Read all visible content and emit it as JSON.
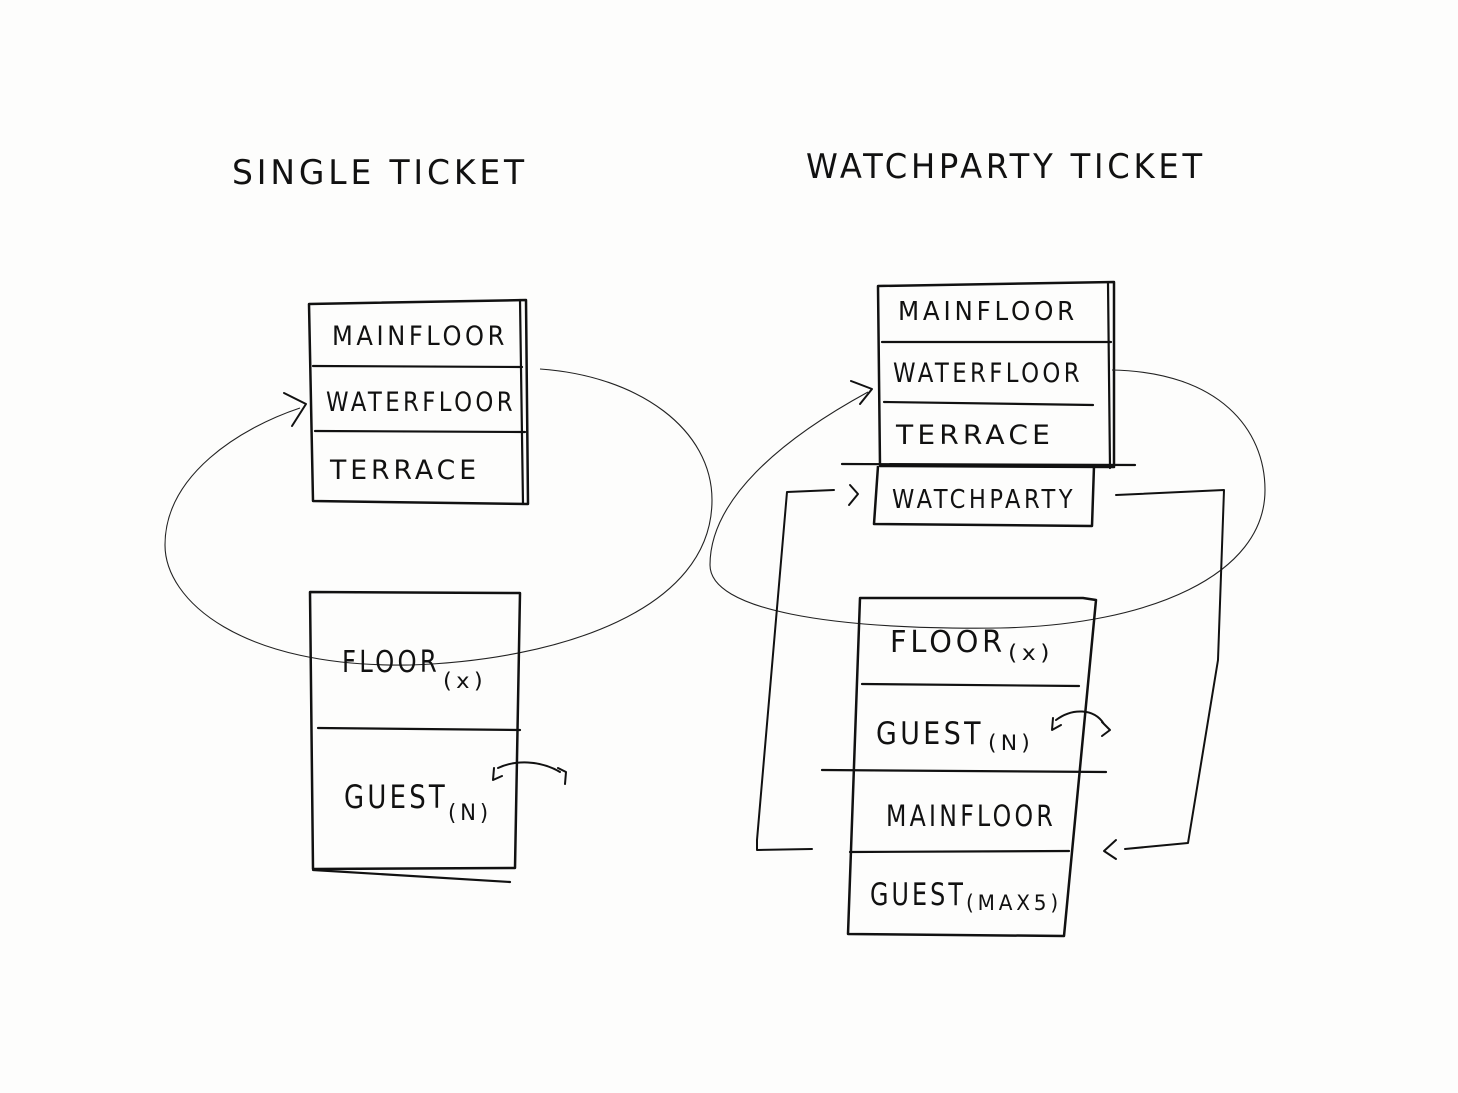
{
  "colors": {
    "ink": "#111111",
    "paper": "#fdfdfc"
  },
  "single": {
    "title": "SINGLE TICKET",
    "top_box": {
      "rows": [
        "MAINFLOOR",
        "WATERFLOOR",
        "TERRACE"
      ]
    },
    "bottom_box": {
      "floor": {
        "label": "FLOOR",
        "sub": "(x)"
      },
      "guest": {
        "label": "GUEST",
        "sub": "(N)"
      }
    }
  },
  "watchparty": {
    "title": "WATCHPARTY TICKET",
    "top_box": {
      "rows": [
        "MAINFLOOR",
        "WATERFLOOR",
        "TERRACE",
        "WATCHPARTY"
      ]
    },
    "bottom_box": {
      "floor": {
        "label": "FLOOR",
        "sub": "(x)"
      },
      "guest": {
        "label": "GUEST",
        "sub": "(N)"
      },
      "mainfloor": {
        "label": "MAINFLOOR"
      },
      "guest_max": {
        "label": "GUEST",
        "sub": "(MAX5)"
      }
    }
  }
}
